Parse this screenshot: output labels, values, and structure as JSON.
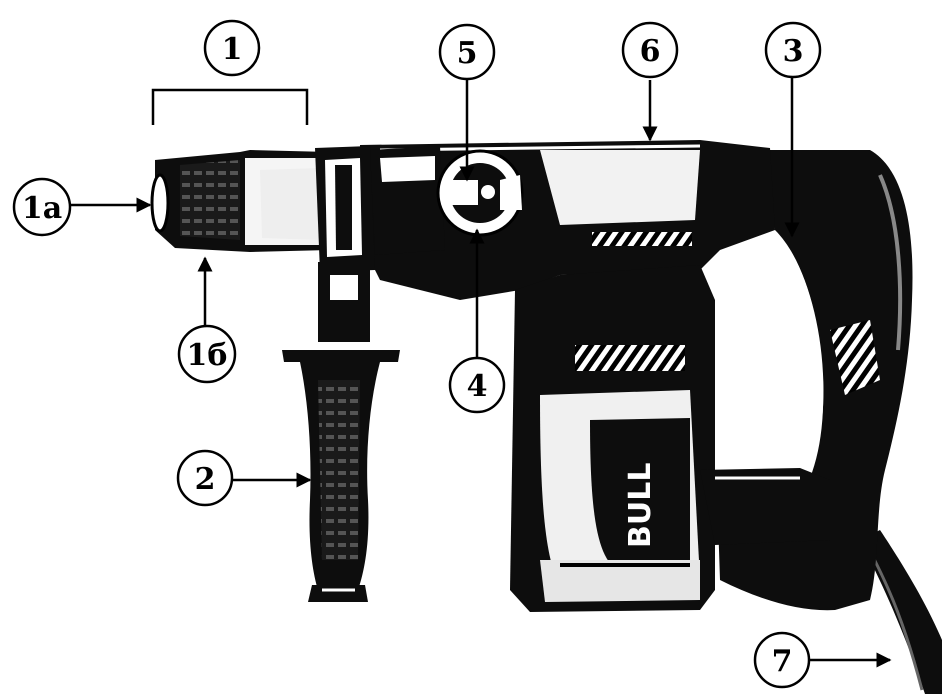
{
  "callouts": {
    "c1": "1",
    "c1a": "1а",
    "c1b": "1б",
    "c2": "2",
    "c3": "3",
    "c4": "4",
    "c5": "5",
    "c6": "6",
    "c7": "7"
  },
  "brand_logo": "BULL",
  "colors": {
    "ink": "#000000",
    "paper": "#ffffff"
  }
}
